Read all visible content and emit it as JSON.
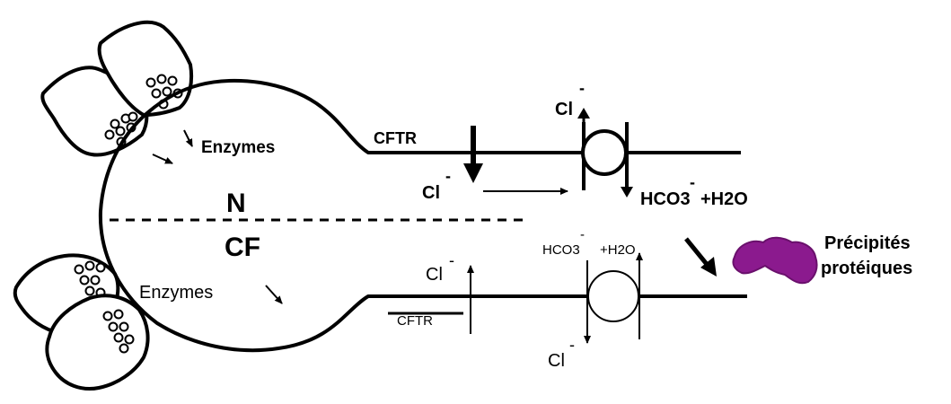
{
  "labels": {
    "enzymes_top": "Enzymes",
    "enzymes_bottom": "Enzymes",
    "normal": "N",
    "cystic_fibrosis": "CF",
    "cftr_top": "CFTR",
    "cftr_bottom": "CFTR",
    "cl_top_left": "Cl",
    "cl_top_right": "Cl",
    "cl_bottom_up": "Cl",
    "cl_bottom_down": "Cl",
    "minus": "-",
    "hco3_top": "HCO3",
    "h2o_top": "+H2O",
    "hco3_bottom": "HCO3",
    "h2o_bottom": "+H2O",
    "precipitates_line1": "Précipités",
    "precipitates_line2": "protéiques"
  },
  "colors": {
    "precipitate": "#8b1a8e"
  }
}
